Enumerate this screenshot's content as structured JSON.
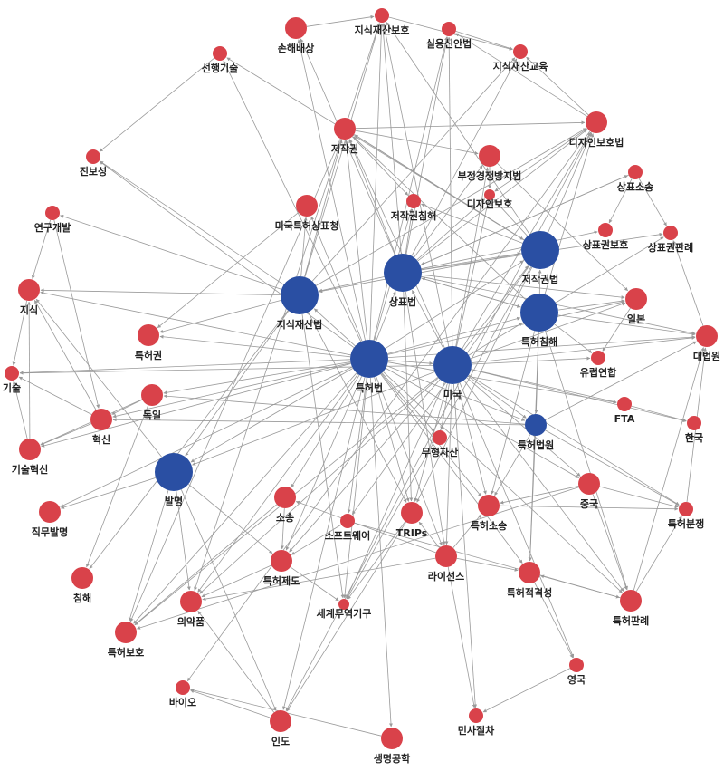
{
  "colors": {
    "major": "#2a4fa3",
    "minor": "#d9424a",
    "edge": "#9a9a9a",
    "label": "#222222"
  },
  "nodes": [
    {
      "id": "n01",
      "label": "손해배상",
      "group": "minor",
      "size": 2
    },
    {
      "id": "n02",
      "label": "지식재산보호",
      "group": "minor",
      "size": 1
    },
    {
      "id": "n03",
      "label": "실용신안법",
      "group": "minor",
      "size": 1
    },
    {
      "id": "n04",
      "label": "지식재산교육",
      "group": "minor",
      "size": 1
    },
    {
      "id": "n05",
      "label": "선행기술",
      "group": "minor",
      "size": 1
    },
    {
      "id": "n06",
      "label": "저작권",
      "group": "minor",
      "size": 2
    },
    {
      "id": "n07",
      "label": "디자인보호법",
      "group": "minor",
      "size": 2
    },
    {
      "id": "n08",
      "label": "진보성",
      "group": "minor",
      "size": 1
    },
    {
      "id": "n09",
      "label": "부정경쟁방지법",
      "group": "minor",
      "size": 2
    },
    {
      "id": "n10",
      "label": "상표소송",
      "group": "minor",
      "size": 1
    },
    {
      "id": "n11",
      "label": "저작권침해",
      "group": "minor",
      "size": 1
    },
    {
      "id": "n12",
      "label": "디자인보호",
      "group": "minor",
      "size": 0
    },
    {
      "id": "n13",
      "label": "연구개발",
      "group": "minor",
      "size": 1
    },
    {
      "id": "n14",
      "label": "미국특허상표청",
      "group": "minor",
      "size": 2
    },
    {
      "id": "n15",
      "label": "상표권보호",
      "group": "minor",
      "size": 1
    },
    {
      "id": "n16",
      "label": "상표권판례",
      "group": "minor",
      "size": 1
    },
    {
      "id": "n17",
      "label": "저작권법",
      "group": "major",
      "size": 3
    },
    {
      "id": "n18",
      "label": "상표법",
      "group": "major",
      "size": 3
    },
    {
      "id": "n19",
      "label": "지식",
      "group": "minor",
      "size": 2
    },
    {
      "id": "n20",
      "label": "지식재산법",
      "group": "major",
      "size": 3
    },
    {
      "id": "n21",
      "label": "일본",
      "group": "minor",
      "size": 2
    },
    {
      "id": "n22",
      "label": "특허침해",
      "group": "major",
      "size": 3
    },
    {
      "id": "n23",
      "label": "특허권",
      "group": "minor",
      "size": 2
    },
    {
      "id": "n24",
      "label": "대법원",
      "group": "minor",
      "size": 2
    },
    {
      "id": "n25",
      "label": "유럽연합",
      "group": "minor",
      "size": 1
    },
    {
      "id": "n26",
      "label": "특허법",
      "group": "major",
      "size": 3
    },
    {
      "id": "n27",
      "label": "미국",
      "group": "major",
      "size": 3
    },
    {
      "id": "n28",
      "label": "기술",
      "group": "minor",
      "size": 1
    },
    {
      "id": "n29",
      "label": "독일",
      "group": "minor",
      "size": 2
    },
    {
      "id": "n30",
      "label": "FTA",
      "group": "minor",
      "size": 1
    },
    {
      "id": "n31",
      "label": "혁신",
      "group": "minor",
      "size": 2
    },
    {
      "id": "n32",
      "label": "한국",
      "group": "minor",
      "size": 1
    },
    {
      "id": "n33",
      "label": "특허법원",
      "group": "major",
      "size": 2
    },
    {
      "id": "n34",
      "label": "무형자산",
      "group": "minor",
      "size": 1
    },
    {
      "id": "n35",
      "label": "기술혁신",
      "group": "minor",
      "size": 2
    },
    {
      "id": "n36",
      "label": "발명",
      "group": "major",
      "size": 3
    },
    {
      "id": "n37",
      "label": "중국",
      "group": "minor",
      "size": 2
    },
    {
      "id": "n38",
      "label": "직무발명",
      "group": "minor",
      "size": 2
    },
    {
      "id": "n39",
      "label": "소송",
      "group": "minor",
      "size": 2
    },
    {
      "id": "n40",
      "label": "특허소송",
      "group": "minor",
      "size": 2
    },
    {
      "id": "n41",
      "label": "특허분쟁",
      "group": "minor",
      "size": 1
    },
    {
      "id": "n42",
      "label": "소프트웨어",
      "group": "minor",
      "size": 1
    },
    {
      "id": "n43",
      "label": "TRIPs",
      "group": "minor",
      "size": 2
    },
    {
      "id": "n44",
      "label": "라이선스",
      "group": "minor",
      "size": 2
    },
    {
      "id": "n45",
      "label": "특허제도",
      "group": "minor",
      "size": 2
    },
    {
      "id": "n46",
      "label": "침해",
      "group": "minor",
      "size": 2
    },
    {
      "id": "n47",
      "label": "특허적격성",
      "group": "minor",
      "size": 2
    },
    {
      "id": "n48",
      "label": "의약품",
      "group": "minor",
      "size": 2
    },
    {
      "id": "n49",
      "label": "특허판례",
      "group": "minor",
      "size": 2
    },
    {
      "id": "n50",
      "label": "특허보호",
      "group": "minor",
      "size": 2
    },
    {
      "id": "n51",
      "label": "세계무역기구",
      "group": "minor",
      "size": 0
    },
    {
      "id": "n52",
      "label": "영국",
      "group": "minor",
      "size": 1
    },
    {
      "id": "n53",
      "label": "바이오",
      "group": "minor",
      "size": 1
    },
    {
      "id": "n54",
      "label": "민사절차",
      "group": "minor",
      "size": 1
    },
    {
      "id": "n55",
      "label": "인도",
      "group": "minor",
      "size": 2
    },
    {
      "id": "n56",
      "label": "생명공학",
      "group": "minor",
      "size": 2
    }
  ],
  "edges": [
    [
      "n26",
      "n18"
    ],
    [
      "n26",
      "n17"
    ],
    [
      "n26",
      "n20"
    ],
    [
      "n26",
      "n22"
    ],
    [
      "n26",
      "n27"
    ],
    [
      "n26",
      "n33"
    ],
    [
      "n26",
      "n36"
    ],
    [
      "n26",
      "n06"
    ],
    [
      "n26",
      "n01"
    ],
    [
      "n26",
      "n02"
    ],
    [
      "n26",
      "n03"
    ],
    [
      "n26",
      "n05"
    ],
    [
      "n26",
      "n08"
    ],
    [
      "n26",
      "n11"
    ],
    [
      "n26",
      "n14"
    ],
    [
      "n26",
      "n19"
    ],
    [
      "n26",
      "n23"
    ],
    [
      "n26",
      "n28"
    ],
    [
      "n26",
      "n29"
    ],
    [
      "n26",
      "n31"
    ],
    [
      "n26",
      "n34"
    ],
    [
      "n26",
      "n37"
    ],
    [
      "n26",
      "n38"
    ],
    [
      "n26",
      "n39"
    ],
    [
      "n26",
      "n40"
    ],
    [
      "n26",
      "n43"
    ],
    [
      "n26",
      "n44"
    ],
    [
      "n26",
      "n45"
    ],
    [
      "n26",
      "n47"
    ],
    [
      "n26",
      "n48"
    ],
    [
      "n26",
      "n49"
    ],
    [
      "n26",
      "n50"
    ],
    [
      "n26",
      "n51"
    ],
    [
      "n26",
      "n55"
    ],
    [
      "n26",
      "n56"
    ],
    [
      "n26",
      "n24"
    ],
    [
      "n26",
      "n21"
    ],
    [
      "n26",
      "n30"
    ],
    [
      "n26",
      "n35"
    ],
    [
      "n26",
      "n42"
    ],
    [
      "n27",
      "n22"
    ],
    [
      "n27",
      "n17"
    ],
    [
      "n27",
      "n18"
    ],
    [
      "n27",
      "n24"
    ],
    [
      "n27",
      "n21"
    ],
    [
      "n27",
      "n25"
    ],
    [
      "n27",
      "n30"
    ],
    [
      "n27",
      "n32"
    ],
    [
      "n27",
      "n33"
    ],
    [
      "n27",
      "n37"
    ],
    [
      "n27",
      "n40"
    ],
    [
      "n27",
      "n41"
    ],
    [
      "n27",
      "n49"
    ],
    [
      "n27",
      "n54"
    ],
    [
      "n27",
      "n06"
    ],
    [
      "n27",
      "n09"
    ],
    [
      "n27",
      "n03"
    ],
    [
      "n27",
      "n02"
    ],
    [
      "n27",
      "n07"
    ],
    [
      "n27",
      "n12"
    ],
    [
      "n27",
      "n43"
    ],
    [
      "n27",
      "n44"
    ],
    [
      "n27",
      "n45"
    ],
    [
      "n27",
      "n48"
    ],
    [
      "n27",
      "n50"
    ],
    [
      "n27",
      "n51"
    ],
    [
      "n27",
      "n52"
    ],
    [
      "n27",
      "n28"
    ],
    [
      "n27",
      "n36"
    ],
    [
      "n27",
      "n34"
    ],
    [
      "n18",
      "n17"
    ],
    [
      "n18",
      "n20"
    ],
    [
      "n18",
      "n06"
    ],
    [
      "n18",
      "n07"
    ],
    [
      "n18",
      "n09"
    ],
    [
      "n18",
      "n10"
    ],
    [
      "n18",
      "n15"
    ],
    [
      "n18",
      "n16"
    ],
    [
      "n18",
      "n02"
    ],
    [
      "n18",
      "n01"
    ],
    [
      "n18",
      "n03"
    ],
    [
      "n18",
      "n04"
    ],
    [
      "n18",
      "n11"
    ],
    [
      "n18",
      "n12"
    ],
    [
      "n18",
      "n21"
    ],
    [
      "n18",
      "n22"
    ],
    [
      "n18",
      "n24"
    ],
    [
      "n18",
      "n43"
    ],
    [
      "n18",
      "n44"
    ],
    [
      "n17",
      "n06"
    ],
    [
      "n17",
      "n11"
    ],
    [
      "n17",
      "n07"
    ],
    [
      "n17",
      "n02"
    ],
    [
      "n17",
      "n20"
    ],
    [
      "n17",
      "n42"
    ],
    [
      "n17",
      "n43"
    ],
    [
      "n17",
      "n51"
    ],
    [
      "n17",
      "n05"
    ],
    [
      "n17",
      "n12"
    ],
    [
      "n20",
      "n02"
    ],
    [
      "n20",
      "n04"
    ],
    [
      "n20",
      "n06"
    ],
    [
      "n20",
      "n07"
    ],
    [
      "n20",
      "n14"
    ],
    [
      "n20",
      "n19"
    ],
    [
      "n20",
      "n23"
    ],
    [
      "n20",
      "n36"
    ],
    [
      "n20",
      "n43"
    ],
    [
      "n20",
      "n51"
    ],
    [
      "n20",
      "n08"
    ],
    [
      "n20",
      "n13"
    ],
    [
      "n20",
      "n46"
    ],
    [
      "n22",
      "n21"
    ],
    [
      "n22",
      "n24"
    ],
    [
      "n22",
      "n25"
    ],
    [
      "n22",
      "n40"
    ],
    [
      "n22",
      "n47"
    ],
    [
      "n22",
      "n49"
    ],
    [
      "n22",
      "n33"
    ],
    [
      "n22",
      "n06"
    ],
    [
      "n22",
      "n17"
    ],
    [
      "n22",
      "n18"
    ],
    [
      "n22",
      "n07"
    ],
    [
      "n22",
      "n16"
    ],
    [
      "n33",
      "n40"
    ],
    [
      "n33",
      "n41"
    ],
    [
      "n33",
      "n47"
    ],
    [
      "n33",
      "n24"
    ],
    [
      "n33",
      "n29"
    ],
    [
      "n33",
      "n31"
    ],
    [
      "n06",
      "n07"
    ],
    [
      "n06",
      "n02"
    ],
    [
      "n06",
      "n11"
    ],
    [
      "n06",
      "n48"
    ],
    [
      "n06",
      "n50"
    ],
    [
      "n06",
      "n09"
    ],
    [
      "n06",
      "n17"
    ],
    [
      "n07",
      "n04"
    ],
    [
      "n07",
      "n03"
    ],
    [
      "n07",
      "n12"
    ],
    [
      "n07",
      "n55"
    ],
    [
      "n07",
      "n53"
    ],
    [
      "n10",
      "n15"
    ],
    [
      "n10",
      "n16"
    ],
    [
      "n10",
      "n18"
    ],
    [
      "n13",
      "n19"
    ],
    [
      "n13",
      "n31"
    ],
    [
      "n19",
      "n28"
    ],
    [
      "n35",
      "n28"
    ],
    [
      "n35",
      "n19"
    ],
    [
      "n31",
      "n35"
    ],
    [
      "n31",
      "n19"
    ],
    [
      "n31",
      "n28"
    ],
    [
      "n29",
      "n31"
    ],
    [
      "n29",
      "n35"
    ],
    [
      "n29",
      "n46"
    ],
    [
      "n36",
      "n38"
    ],
    [
      "n36",
      "n50"
    ],
    [
      "n36",
      "n19"
    ],
    [
      "n36",
      "n45"
    ],
    [
      "n36",
      "n48"
    ],
    [
      "n36",
      "n55"
    ],
    [
      "n44",
      "n43"
    ],
    [
      "n44",
      "n40"
    ],
    [
      "n44",
      "n47"
    ],
    [
      "n44",
      "n48"
    ],
    [
      "n44",
      "n39"
    ],
    [
      "n44",
      "n54"
    ],
    [
      "n37",
      "n40"
    ],
    [
      "n37",
      "n49"
    ],
    [
      "n37",
      "n41"
    ],
    [
      "n37",
      "n50"
    ],
    [
      "n40",
      "n41"
    ],
    [
      "n41",
      "n24"
    ],
    [
      "n49",
      "n24"
    ],
    [
      "n49",
      "n47"
    ],
    [
      "n49",
      "n41"
    ],
    [
      "n47",
      "n52"
    ],
    [
      "n52",
      "n54"
    ],
    [
      "n56",
      "n53"
    ],
    [
      "n55",
      "n53"
    ],
    [
      "n55",
      "n48"
    ],
    [
      "n43",
      "n55"
    ],
    [
      "n43",
      "n51"
    ],
    [
      "n39",
      "n50"
    ],
    [
      "n39",
      "n45"
    ],
    [
      "n45",
      "n48"
    ],
    [
      "n45",
      "n51"
    ],
    [
      "n42",
      "n49"
    ],
    [
      "n42",
      "n45"
    ],
    [
      "n01",
      "n02"
    ],
    [
      "n02",
      "n04"
    ],
    [
      "n03",
      "n04"
    ],
    [
      "n09",
      "n12"
    ],
    [
      "n05",
      "n08"
    ],
    [
      "n14",
      "n23"
    ],
    [
      "n09",
      "n21"
    ],
    [
      "n21",
      "n25"
    ],
    [
      "n30",
      "n32"
    ],
    [
      "n24",
      "n16"
    ]
  ]
}
